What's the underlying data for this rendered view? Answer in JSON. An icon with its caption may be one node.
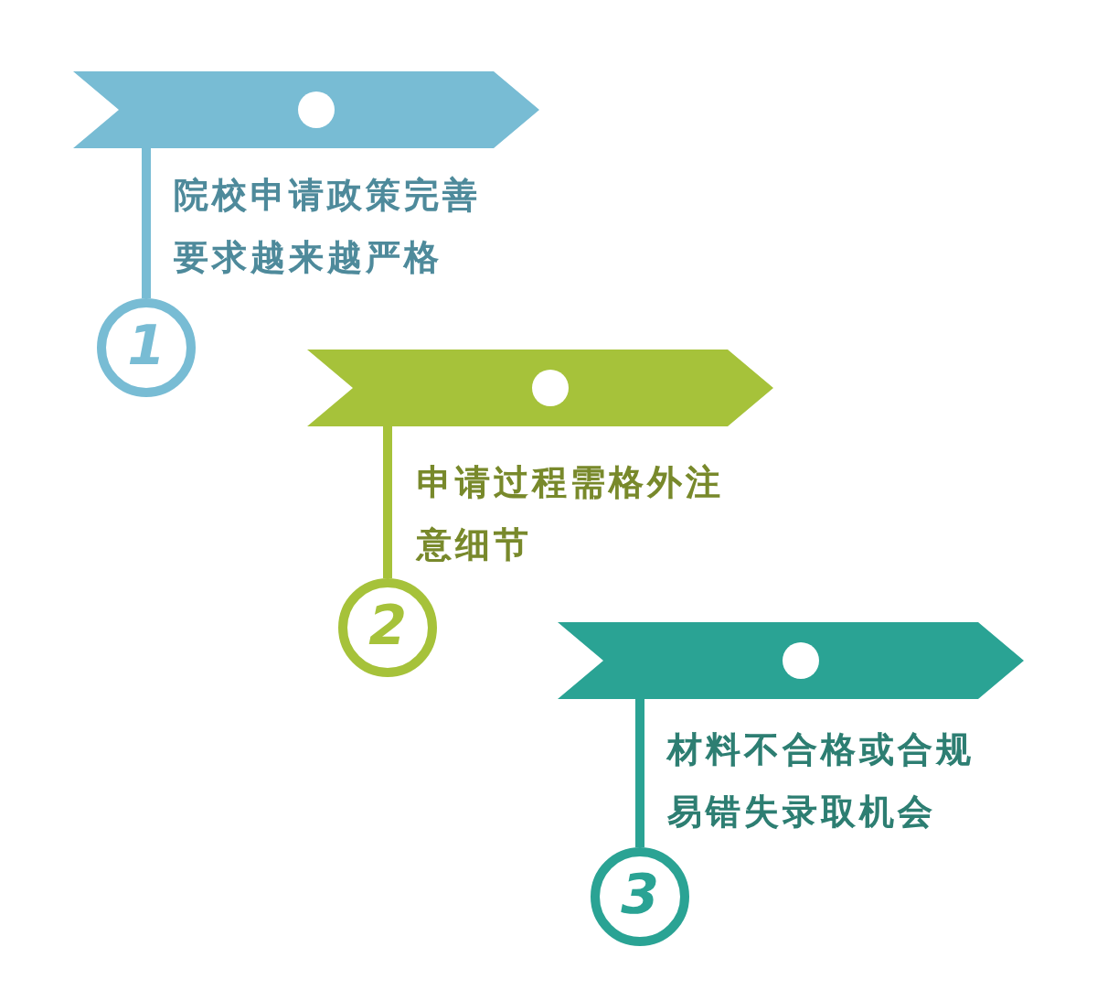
{
  "diagram": {
    "nodes": [
      {
        "text": [],
        "shape": "bar"
      },
      {
        "text": [
          "1"
        ],
        "beside": [
          "院校申请政策完善要求越来越严格"
        ]
      },
      {
        "text": [],
        "shape": "bar"
      },
      {
        "text": [
          "2"
        ],
        "beside": [
          "申请过程需格外注意细节"
        ]
      },
      {
        "text": [],
        "shape": "bar"
      },
      {
        "text": [
          "3"
        ],
        "beside": [
          "材料不合格或合规易错失录取机会"
        ]
      }
    ],
    "edges": [
      {
        "from": 0,
        "to": 1,
        "arrow": "none",
        "color": "#78bcd4"
      },
      {
        "from": 2,
        "to": 3,
        "arrow": "none",
        "color": "#a6c23a"
      },
      {
        "from": 4,
        "to": 5,
        "arrow": "none",
        "color": "#2aa394"
      }
    ]
  }
}
